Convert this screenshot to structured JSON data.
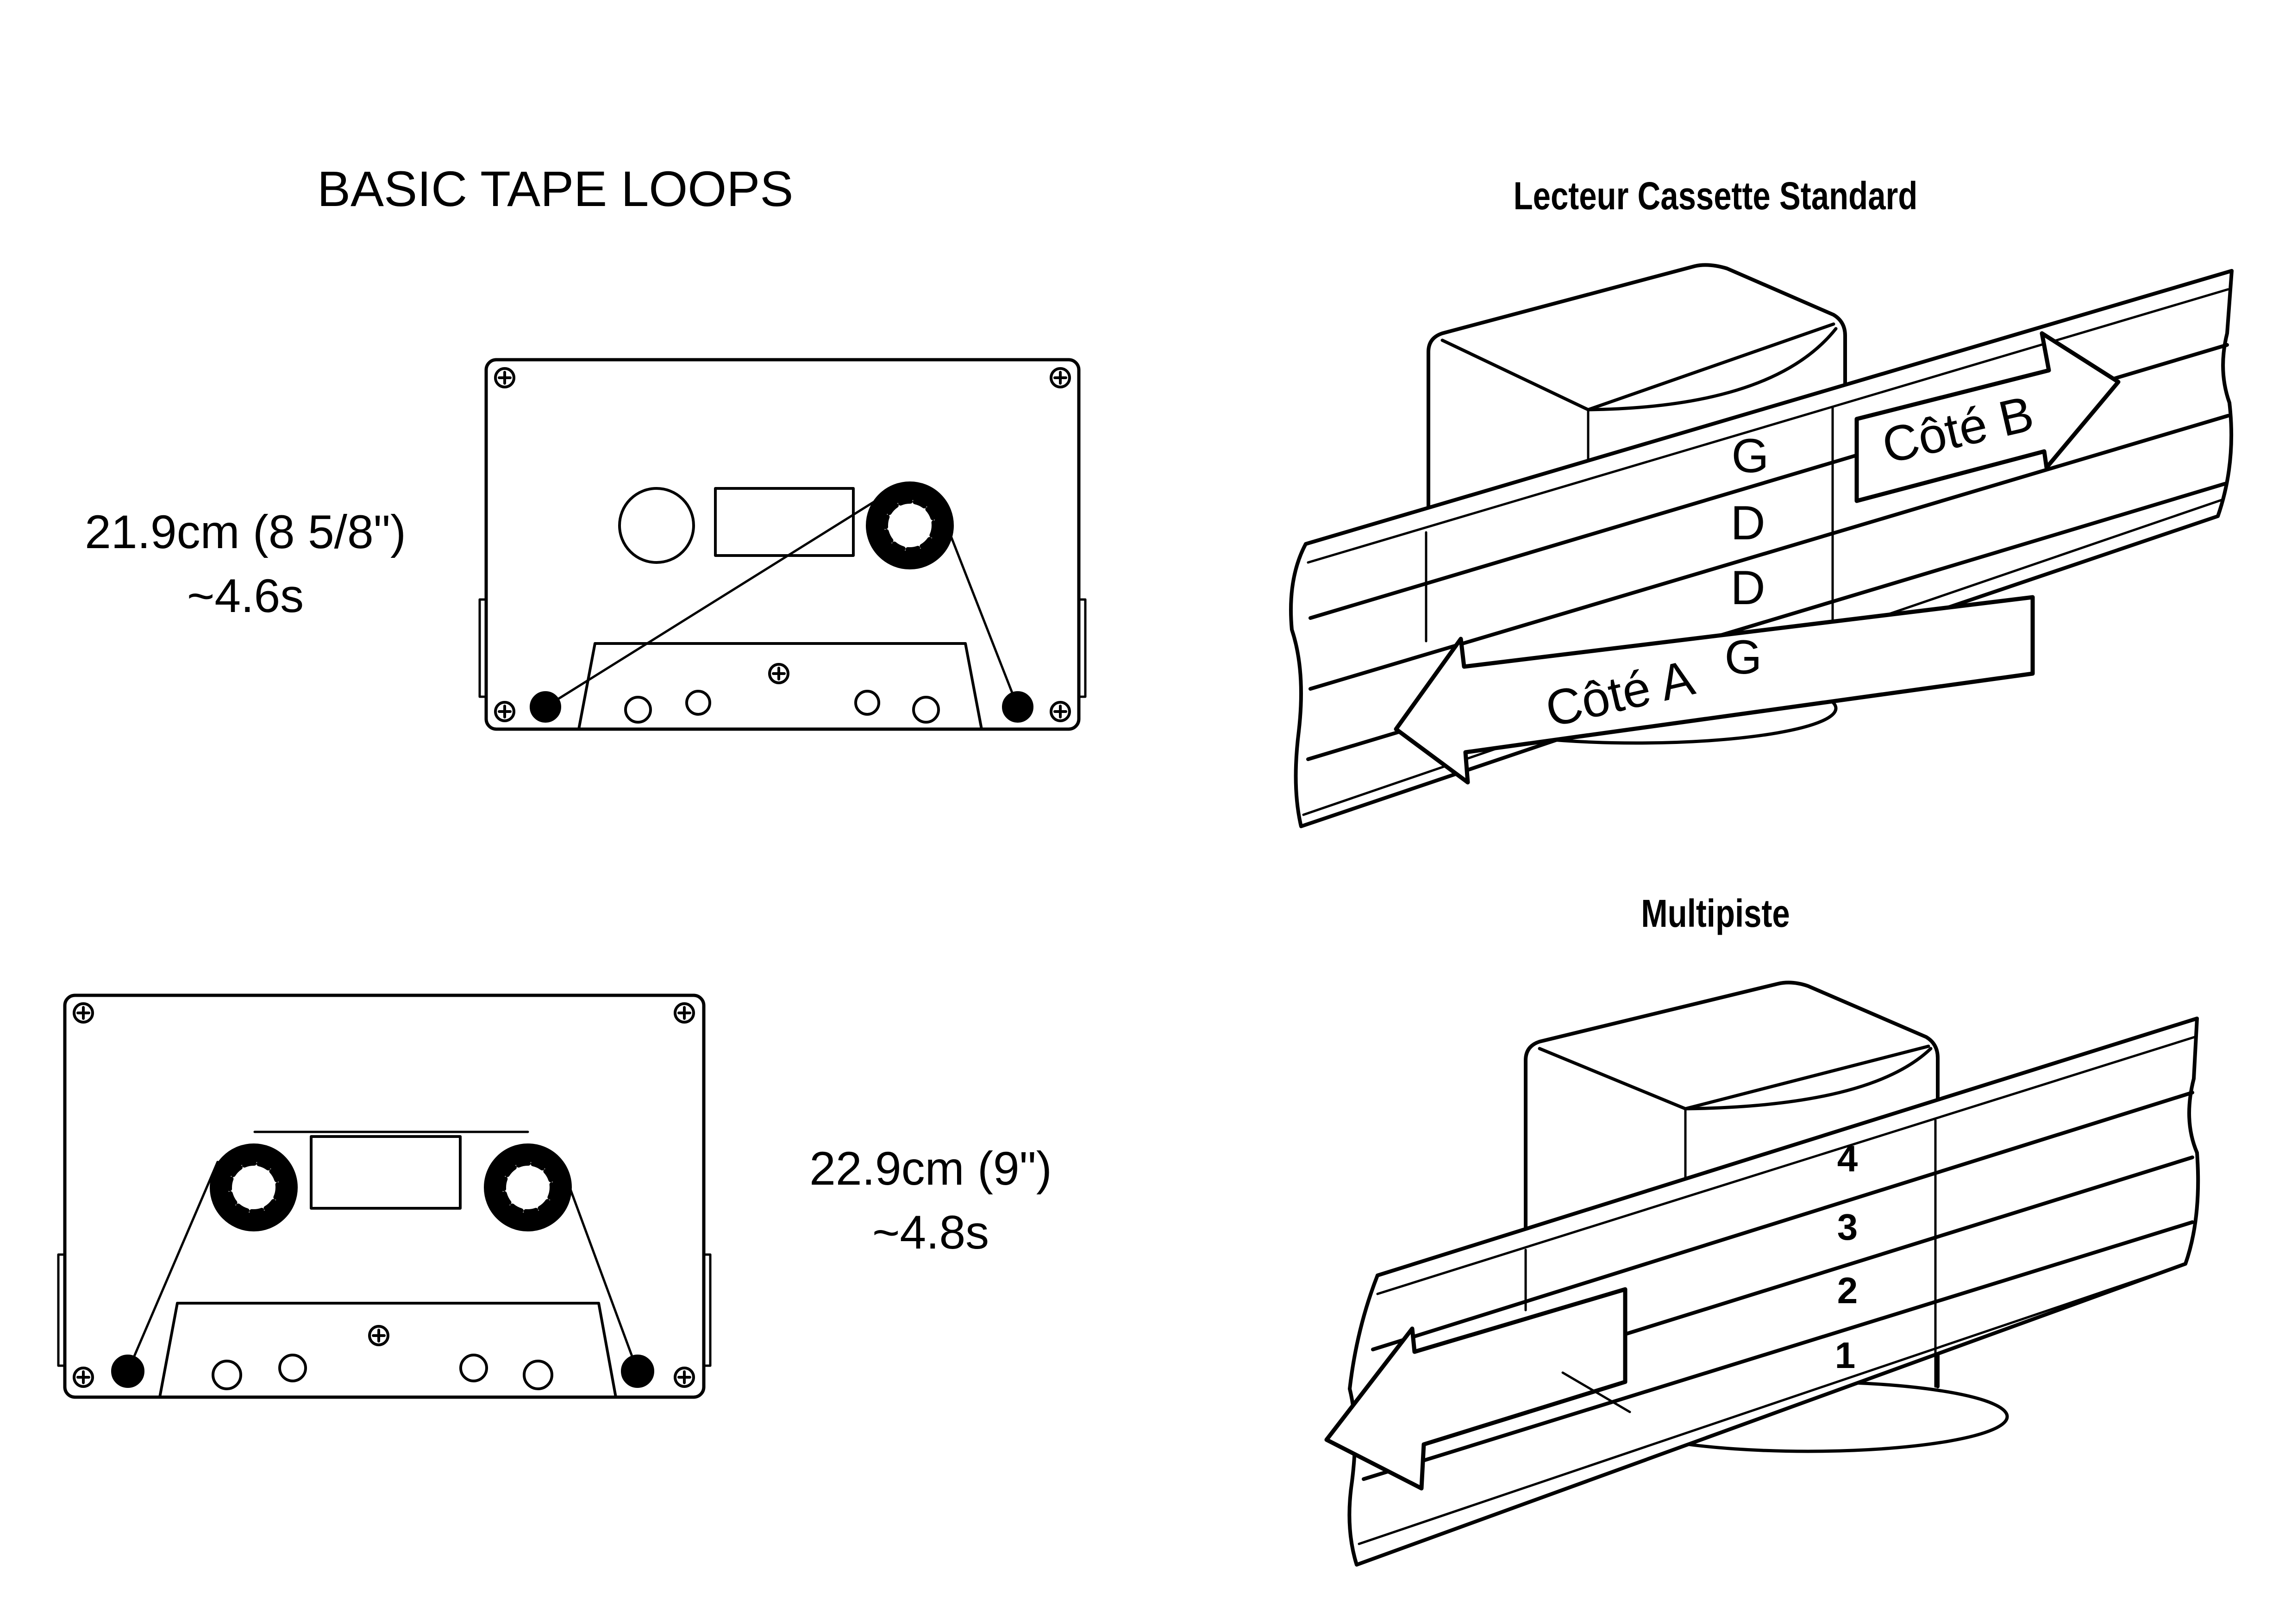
{
  "title": "BASIC TAPE LOOPS",
  "loop_small": {
    "length": "21.9cm (8 5/8\")",
    "duration": "~4.6s"
  },
  "loop_large": {
    "length": "22.9cm (9\")",
    "duration": "~4.8s"
  },
  "standard_head": {
    "heading": "Lecteur Cassette Standard",
    "tracks": [
      "G",
      "D",
      "D",
      "G"
    ],
    "side_a": "Côté A",
    "side_b": "Côté B"
  },
  "multitrack_head": {
    "heading": "Multipiste",
    "tracks": [
      "4",
      "3",
      "2",
      "1"
    ]
  }
}
